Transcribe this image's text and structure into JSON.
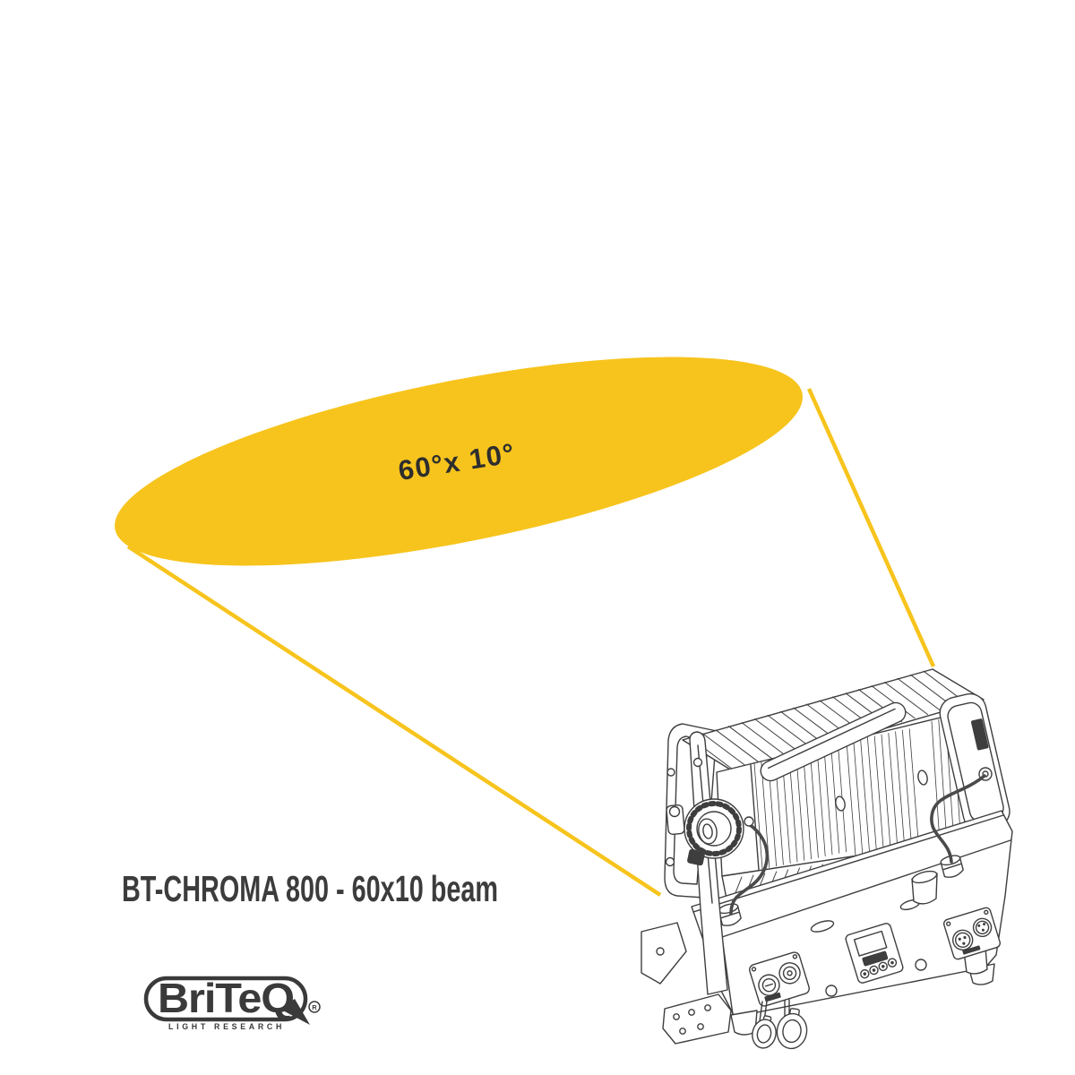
{
  "beam": {
    "label": "60°x 10°",
    "color": "#F7C41D"
  },
  "caption": {
    "title": "BT-CHROMA 800 - 60x10 beam"
  },
  "logo": {
    "brand": "BriTeQ",
    "registered": "R",
    "tagline": "LIGHT RESEARCH"
  }
}
